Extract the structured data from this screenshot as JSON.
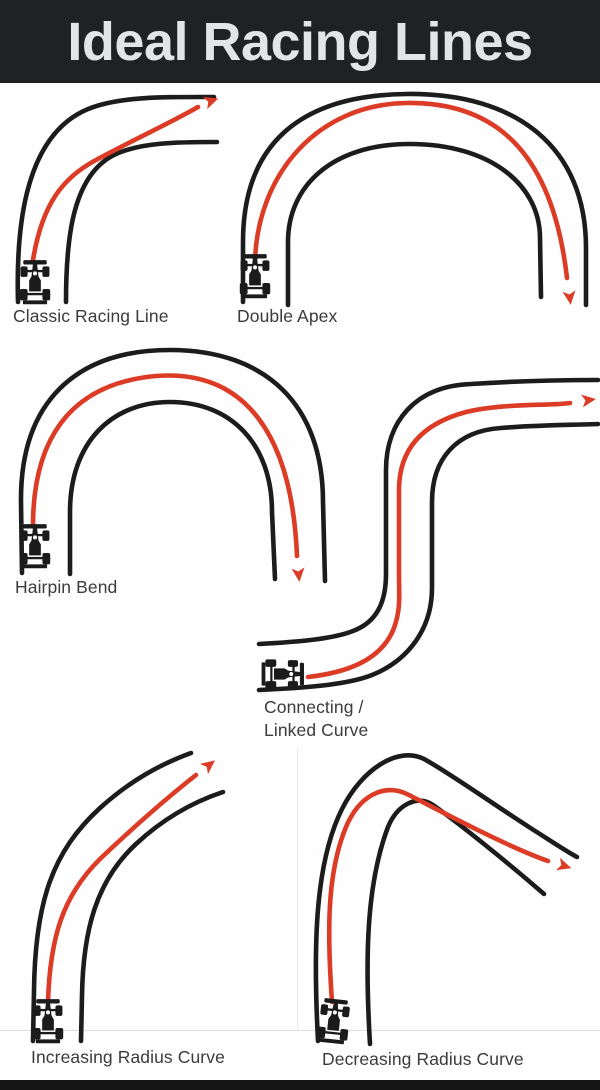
{
  "title": "Ideal Racing Lines",
  "colors": {
    "racing_line_red": "#dc3b26",
    "track_black": "#1c1c1c",
    "banner_background": "#1f2124",
    "banner_text": "#e3e4e6",
    "label_text": "#3b3b3b"
  },
  "panels": [
    {
      "label": "Classic Racing Line",
      "icon": "race-car-icon"
    },
    {
      "label": "Double Apex",
      "icon": "race-car-icon"
    },
    {
      "label": "Hairpin Bend",
      "icon": "race-car-icon"
    },
    {
      "label_line1": "Connecting /",
      "label_line2": "Linked Curve",
      "icon": "race-car-icon"
    },
    {
      "label": "Increasing Radius Curve",
      "icon": "race-car-icon"
    },
    {
      "label": "Decreasing Radius Curve",
      "icon": "race-car-icon"
    }
  ]
}
